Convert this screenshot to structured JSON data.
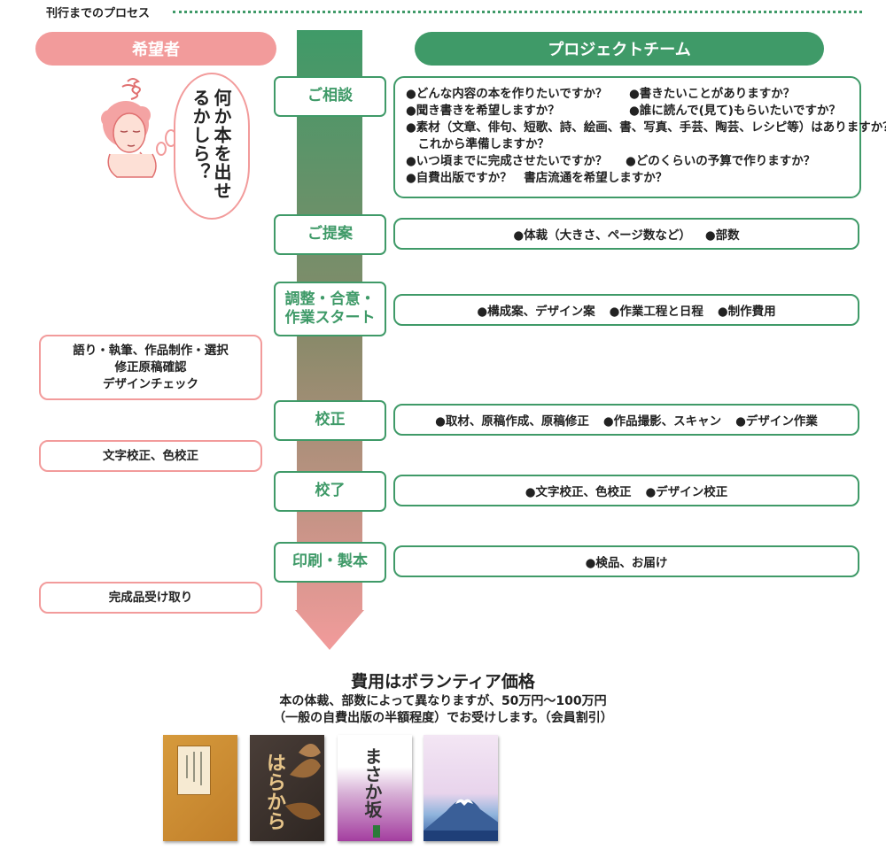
{
  "page_title": "刊行までのプロセス",
  "lanes": {
    "client": "希望者",
    "team": "プロジェクトチーム"
  },
  "bubble_text": "何か本を出せるかしら？",
  "steps": [
    "ご相談",
    "ご提案",
    "調整・合意・作業スタート",
    "校正",
    "校了",
    "印刷・製本"
  ],
  "consult_items": [
    [
      "●どんな内容の本を作りたいですか？",
      "●書きたいことがありますか？"
    ],
    [
      "●聞き書きを希望しますか？",
      "●誰に読んで(見て)もらいたいですか？"
    ],
    [
      "●素材（文章、俳句、短歌、詩、絵画、書、写真、手芸、陶芸、レシピ等）はありますか？"
    ],
    [
      "　これから準備しますか？"
    ],
    [
      "●いつ頃までに完成させたいですか？",
      "●どのくらいの予算で作りますか？"
    ],
    [
      "●自費出版ですか？　書店流通を希望しますか？"
    ]
  ],
  "team_items": {
    "proposal": [
      "●体裁（大きさ、ページ数など）",
      "●部数"
    ],
    "agreement": [
      "●構成案、デザイン案",
      "●作業工程と日程",
      "●制作費用"
    ],
    "proof": [
      "●取材、原稿作成、原稿修正",
      "●作品撮影、スキャン",
      "●デザイン作業"
    ],
    "final_proof": [
      "●文字校正、色校正",
      "●デザイン校正"
    ],
    "print": [
      "●検品、お届け"
    ]
  },
  "client_items": {
    "writing": [
      "語り・執筆、作品制作・選択",
      "修正原稿確認",
      "デザインチェック"
    ],
    "proofing": "文字校正、色校正",
    "receive": "完成品受け取り"
  },
  "fee": {
    "title": "費用はボランティア価格",
    "line1": "本の体裁、部数によって異なりますが、50万円〜100万円",
    "line2": "（一般の自費出版の半額程度）でお受けします。（会員割引）"
  },
  "book_titles": {
    "book2": "はらから",
    "book3": "まさか坂"
  },
  "colors": {
    "green": "#3f9a68",
    "pink": "#f29b9b"
  }
}
